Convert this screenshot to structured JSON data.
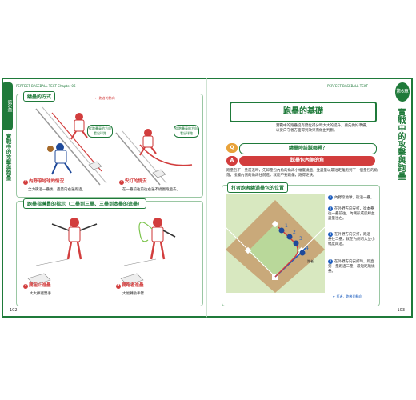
{
  "left": {
    "topbar": "PERFECT BASEBALL TEXT  Chapter 06",
    "side_tab": "第6章",
    "side_strip": "實戰中的攻擊與跑壘",
    "panel1_title": "繞壘的方式",
    "legend": "← 跑者的動向",
    "callout_a": "從跑壘員的方向看出球路",
    "callout_b": "從跑壘員的方向看出球路",
    "cap1": "內野滾地球的情況",
    "cap1_no": "1",
    "sub1": "全力衝過一壘後，盡量向右邊跑過。",
    "cap2": "安打的情況",
    "cap2_no": "2",
    "sub2": "在一壘前往前往右邊不繞圈跑過去。",
    "panel2_title": "跑壘指導員的指示（二壘到三壘、三壘到本壘的進壘）",
    "cap3": "要阻止進壘",
    "cap3_no": "3",
    "sub3": "大大揮擺雙手",
    "cap4": "要跑者進壘",
    "cap4_no": "4",
    "sub4": "大幅轉動手臂",
    "page_no": "102"
  },
  "right": {
    "topbar": "PERFECT BASEBALL TEXT",
    "chapter_tab": "第6章",
    "big_title": "實戰中的攻擊與跑壘",
    "banner": "跑壘的基礎",
    "body": "實戰中的跑壘沒有變化得分時大大的提升，要先做好準備，以從白守者方面得到效果而做出判斷。",
    "q_label": "Q",
    "q_text": "繞壘時該踩哪裡？",
    "a_label": "A",
    "a_text": "踩壘包內側的角",
    "a_body": "跑壘包下一壘前進時，先踩壘包內角的角再小幅度繞過，並盡量以最短距離跑到下一個壘包的角落，接觸內側的角再往前進，就能不要跑偏，跑得更快。",
    "panel_title": "打者跑者繞過壘包的位置",
    "legend": "← 打者、跑者的動向",
    "items": [
      {
        "no": "1",
        "text": "內野滾地球，衝過一壘。"
      },
      {
        "no": "2",
        "text": "在外野方向安打，從本壘往一壘前往，內側形成弧線並盡量往右。"
      },
      {
        "no": "3",
        "text": "在外野方向安打，跑過一壘往二壘，就在內側切入並小幅度踩過。"
      },
      {
        "no": "4",
        "text": "在外野方向安打時，即直到一壘跑過二壘，最短距離繞壘。"
      }
    ],
    "runner_label": "跑者",
    "page_no": "103"
  }
}
